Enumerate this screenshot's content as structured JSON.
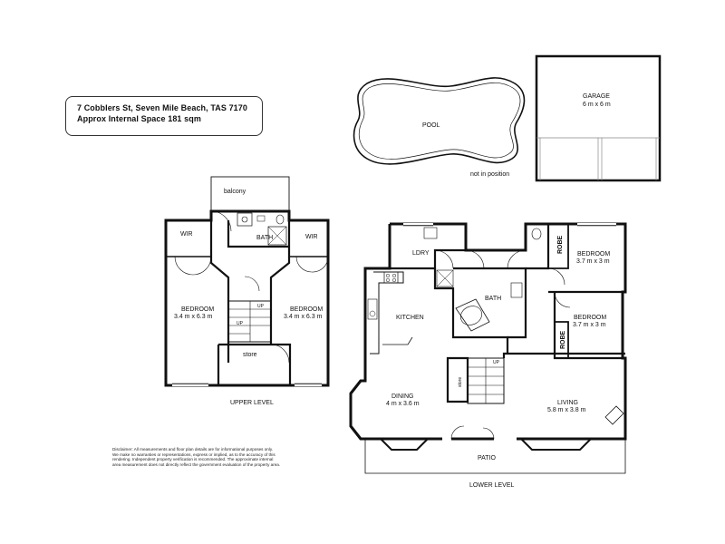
{
  "header": {
    "address": "7 Cobblers St, Seven Mile Beach, TAS 7170",
    "space": "Approx Internal Space 181  sqm"
  },
  "outdoor": {
    "pool": "POOL",
    "not_in_position": "not in position",
    "garage": "GARAGE",
    "garage_size": "6 m x 6 m"
  },
  "upper": {
    "level_label": "UPPER LEVEL",
    "balcony": "balcony",
    "wir_left": "WIR",
    "wir_right": "WIR",
    "bath": "BATH",
    "bedroom1": "BEDROOM",
    "bedroom1_size": "3.4 m x 6.3 m",
    "bedroom2": "BEDROOM",
    "bedroom2_size": "3.4 m x 6.3 m",
    "store": "store",
    "up1": "UP",
    "up2": "UP"
  },
  "lower": {
    "level_label": "LOWER LEVEL",
    "ldry": "LDRY",
    "bath": "BATH",
    "kitchen": "KITCHEN",
    "dining": "DINING",
    "dining_size": "4 m x 3.6 m",
    "store": "store",
    "living": "LIVING",
    "living_size": "5.8 m x 3.8 m",
    "bedroom1": "BEDROOM",
    "bedroom1_size": "3.7 m x 3 m",
    "bedroom2": "BEDROOM",
    "bedroom2_size": "3.7 m x 3 m",
    "robe1": "ROBE",
    "robe2": "ROBE",
    "patio": "PATIO",
    "up": "UP"
  },
  "disclaimer": {
    "line1": "Disclaimer: All measurements and floor plan details are for informational purposes only.",
    "line2": "We make no warranties or representations, express or implied, as to the accuracy of this",
    "line3": "rendering. Independent property verification is recommended. The approximate internal",
    "line4": "area measurement does not directly reflect the government evaluation of the property area."
  }
}
